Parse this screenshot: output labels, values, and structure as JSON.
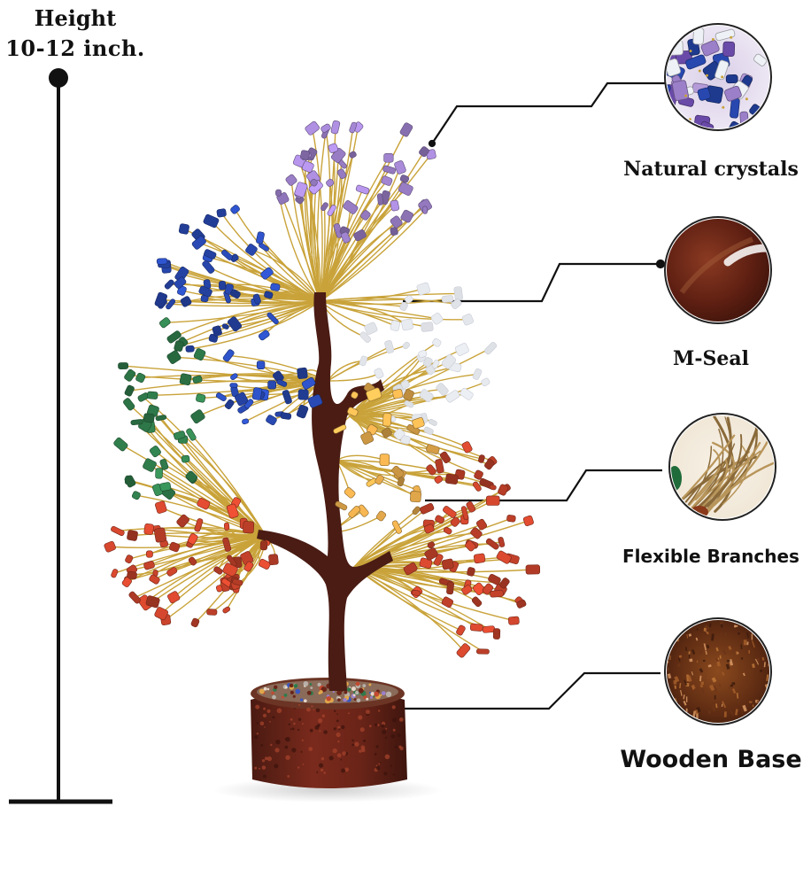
{
  "height_label": {
    "line1": "Height",
    "line2": "10-12 inch."
  },
  "features": [
    {
      "label": "Natural crystals"
    },
    {
      "label": "M-Seal"
    },
    {
      "label": "Flexible Branches"
    },
    {
      "label": "Wooden Base"
    }
  ],
  "colors": {
    "trunk": "#4a1c14",
    "wire": "#c9a33a",
    "amethyst": "#9b7fc8",
    "lapis": "#2848b0",
    "aventurine": "#2f7a4a",
    "carnelian": "#c2412a",
    "citrine": "#e0a64a",
    "quartz": "#eef1f6",
    "base": "#7a2a1c"
  }
}
